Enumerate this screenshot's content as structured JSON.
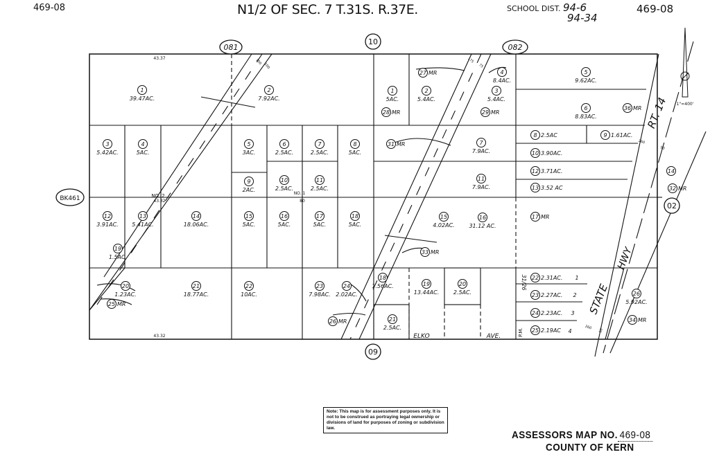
{
  "header": {
    "map_no_left": "469-08",
    "title": "N1/2 OF SEC. 7 T.31S. R.37E.",
    "school_dist_label": "SCHOOL DIST.",
    "school_dist_1": "94-6",
    "school_dist_2": "94-34",
    "map_no_right": "469-08"
  },
  "adjacent_maps": {
    "top_left": "081",
    "top_center": "10",
    "top_right": "082",
    "left": "BK461",
    "right": "02",
    "bottom": "09"
  },
  "dimensions": {
    "top": "43.37",
    "mid": "43.32",
    "bottom": "43.32",
    "rr_left_1": "100",
    "rr_left_2": "100",
    "rr_right_1": "175",
    "rr_right_2": "75",
    "mid_80": "80",
    "hwy_1": "260",
    "hwy_2": "50",
    "hwy_3": "260",
    "hwy_4": "50"
  },
  "labels": {
    "no2": "NO. 2",
    "no1": "NO. 1",
    "rt14": "RT. 14",
    "state": "STATE",
    "hwy": "HWY",
    "elko": "ELKO",
    "ave": "AVE.",
    "pm": "P.M.",
    "pm_no": "31/26",
    "lot1": "1",
    "lot2": "2",
    "lot3": "3",
    "lot4": "4"
  },
  "scale": "1\"=400'",
  "parcels_west": [
    {
      "no": "1",
      "area": "39.47AC."
    },
    {
      "no": "2",
      "area": "7.92AC."
    },
    {
      "no": "3",
      "area": "5.42AC."
    },
    {
      "no": "4",
      "area": "5AC."
    },
    {
      "no": "5",
      "area": "3AC."
    },
    {
      "no": "6",
      "area": "2.5AC."
    },
    {
      "no": "7",
      "area": "2.5AC."
    },
    {
      "no": "8",
      "area": "5AC."
    },
    {
      "no": "9",
      "area": "2AC."
    },
    {
      "no": "10",
      "area": "2.5AC."
    },
    {
      "no": "11",
      "area": "2.5AC."
    },
    {
      "no": "12",
      "area": "3.91AC."
    },
    {
      "no": "13",
      "area": "5.41AC."
    },
    {
      "no": "14",
      "area": "18.06AC."
    },
    {
      "no": "15",
      "area": "5AC."
    },
    {
      "no": "16",
      "area": "5AC."
    },
    {
      "no": "17",
      "area": "5AC."
    },
    {
      "no": "18",
      "area": "5AC."
    },
    {
      "no": "19",
      "area": "1.5AC."
    },
    {
      "no": "20",
      "area": "1.23AC."
    },
    {
      "no": "21",
      "area": "18.77AC."
    },
    {
      "no": "22",
      "area": "10AC."
    },
    {
      "no": "23",
      "area": "7.98AC."
    },
    {
      "no": "24",
      "area": "2.02AC."
    },
    {
      "no": "25",
      "area": "MR"
    },
    {
      "no": "26",
      "area": "MR"
    }
  ],
  "parcels_east": [
    {
      "no": "1",
      "area": "5AC."
    },
    {
      "no": "2",
      "area": "5.4AC."
    },
    {
      "no": "3",
      "area": "5.4AC."
    },
    {
      "no": "4",
      "area": "8.4AC."
    },
    {
      "no": "5",
      "area": "9.62AC."
    },
    {
      "no": "6",
      "area": "8.83AC."
    },
    {
      "no": "7",
      "area": "7.9AC."
    },
    {
      "no": "8",
      "area": "2.5AC"
    },
    {
      "no": "9",
      "area": "1.61AC."
    },
    {
      "no": "10",
      "area": "3.90AC."
    },
    {
      "no": "11",
      "area": "7.9AC."
    },
    {
      "no": "12",
      "area": "3.71AC."
    },
    {
      "no": "13",
      "area": "3.52 AC"
    },
    {
      "no": "14",
      "area": ""
    },
    {
      "no": "15",
      "area": "4.02AC."
    },
    {
      "no": "16",
      "area": "31.12 AC."
    },
    {
      "no": "17",
      "area": "MR"
    },
    {
      "no": "18",
      "area": "1.56AC."
    },
    {
      "no": "19",
      "area": "13.44AC."
    },
    {
      "no": "20",
      "area": "2.5AC."
    },
    {
      "no": "21",
      "area": "2.5AC."
    },
    {
      "no": "22",
      "area": "2.31AC."
    },
    {
      "no": "23",
      "area": "2.27AC."
    },
    {
      "no": "24",
      "area": "2.23AC."
    },
    {
      "no": "25",
      "area": "2.19AC"
    },
    {
      "no": "26",
      "area": "5.92AC."
    },
    {
      "no": "27",
      "area": "MR"
    },
    {
      "no": "28",
      "area": "MR"
    },
    {
      "no": "29",
      "area": "MR"
    },
    {
      "no": "31",
      "area": "MR"
    },
    {
      "no": "32",
      "area": "MR"
    },
    {
      "no": "33",
      "area": "MR"
    },
    {
      "no": "34",
      "area": "MR"
    },
    {
      "no": "36",
      "area": "MR"
    }
  ],
  "footer": {
    "note": "Note: This map is for assessment purposes only. It is not to be construed as portraying legal ownership or divisions of land for purposes of zoning or subdivision law.",
    "assessors_label": "ASSESSORS MAP NO.",
    "assessors_no": "469-08",
    "county": "COUNTY OF KERN"
  }
}
